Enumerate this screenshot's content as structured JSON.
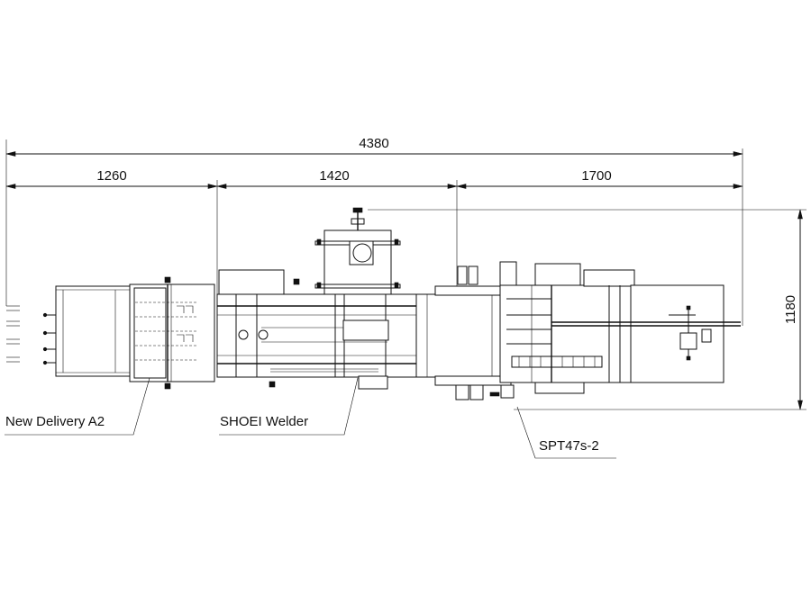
{
  "dimensions": {
    "overall": "4380",
    "section_1": "1260",
    "section_2": "1420",
    "section_3": "1700",
    "height": "1180"
  },
  "labels": {
    "delivery": "New Delivery  A2",
    "welder": "SHOEI Welder",
    "machine": "SPT47s-2"
  }
}
